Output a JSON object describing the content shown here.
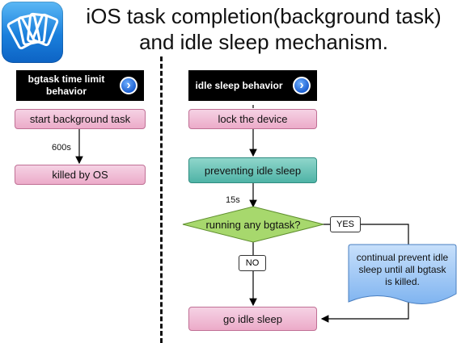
{
  "title": {
    "line1": "iOS task completion(background task)",
    "line2": "and idle sleep mechanism."
  },
  "left": {
    "header": "bgtask time limit behavior",
    "start": "start background task",
    "edge_label": "600s",
    "end": "killed by OS"
  },
  "right": {
    "header": "idle sleep behavior",
    "lock": "lock the device",
    "prevent": "preventing idle sleep",
    "edge_label": "15s",
    "decision": "running any bgtask?",
    "yes": "YES",
    "no": "NO",
    "note": "continual prevent idle sleep until all bgtask is killed.",
    "sleep": "go idle sleep"
  },
  "colors": {
    "pink": "#ecabc9",
    "teal": "#4fb3a6",
    "green_diamond": "#a7d86d",
    "blue_note": "#7fb4f0"
  },
  "icons": [
    "app-icon",
    "go-arrow-icon"
  ]
}
